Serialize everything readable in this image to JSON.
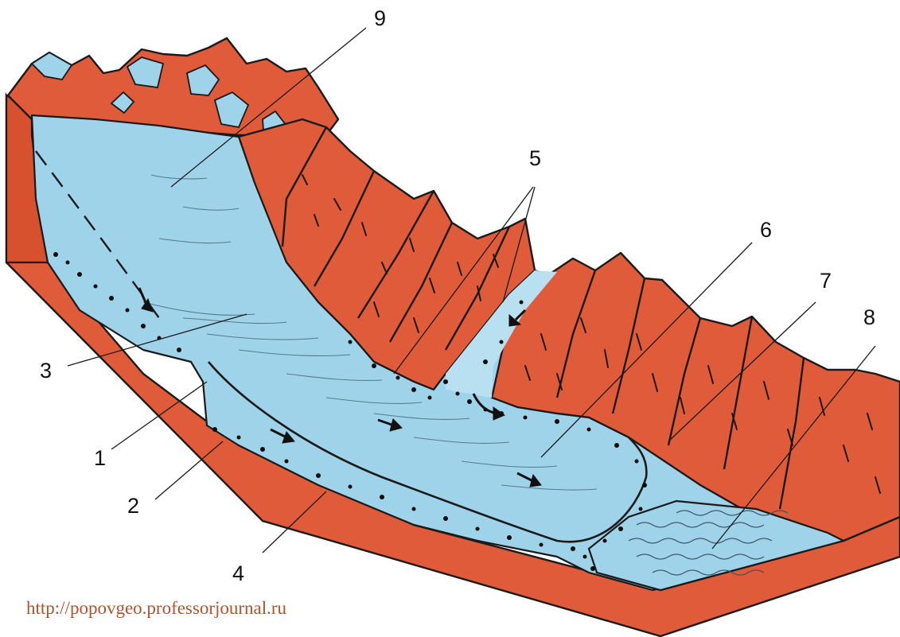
{
  "diagram": {
    "callouts": [
      {
        "id": "1",
        "text": "1"
      },
      {
        "id": "2",
        "text": "2"
      },
      {
        "id": "3",
        "text": "3"
      },
      {
        "id": "4",
        "text": "4"
      },
      {
        "id": "5",
        "text": "5"
      },
      {
        "id": "6",
        "text": "6"
      },
      {
        "id": "7",
        "text": "7"
      },
      {
        "id": "8",
        "text": "8"
      },
      {
        "id": "9",
        "text": "9"
      }
    ],
    "watermark": "http://popovgeo.professorjournal.ru",
    "colors": {
      "rock": "#e05b3a",
      "rock_dark": "#c9492b",
      "ice": "#9fd3ea",
      "ice_light": "#b9e0f1",
      "outline": "#1a1a1a"
    }
  }
}
